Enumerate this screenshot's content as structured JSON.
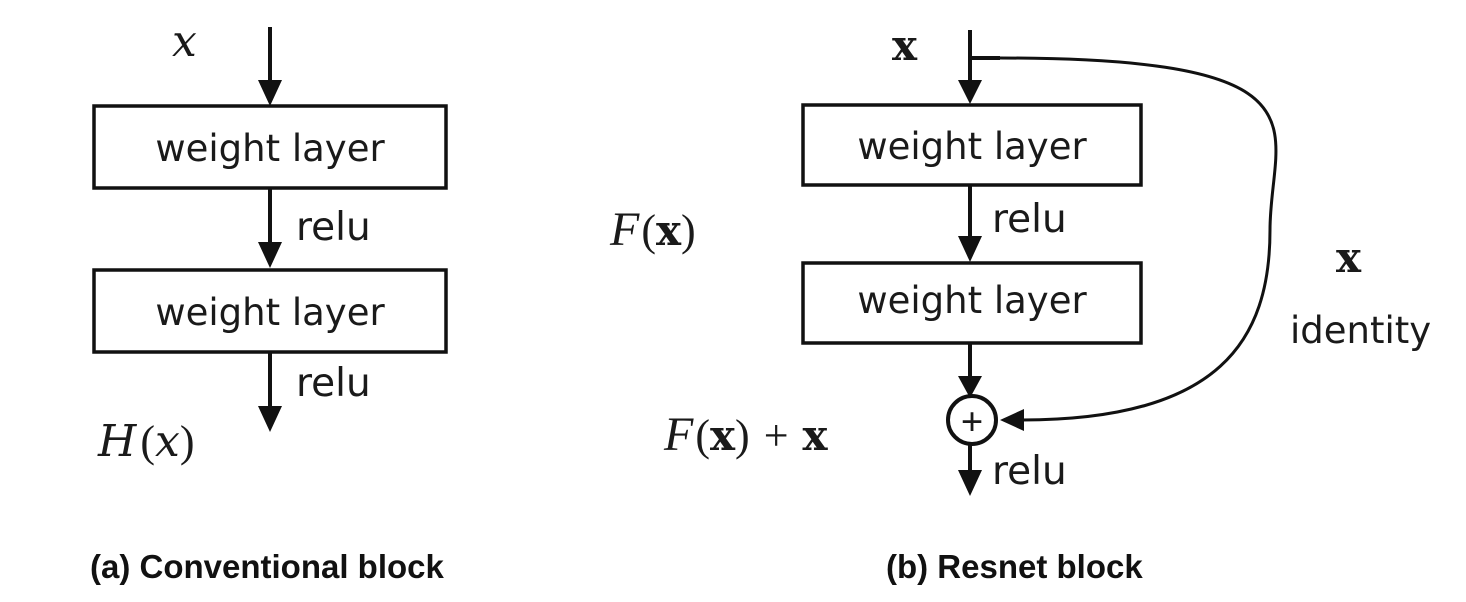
{
  "conventional": {
    "input_label": "x",
    "layer1_label": "weight layer",
    "relu1_label": "relu",
    "layer2_label": "weight layer",
    "relu2_label": "relu",
    "output_label_h": "H",
    "output_label_paren_open": "(",
    "output_label_x": "x",
    "output_label_paren_close": ")",
    "caption": "(a) Conventional block"
  },
  "resnet": {
    "input_label": "x",
    "layer1_label": "weight layer",
    "relu1_label": "relu",
    "layer2_label": "weight layer",
    "residual_f": "F",
    "residual_paren_open": "(",
    "residual_x": "x",
    "residual_paren_close": ")",
    "sum_f": "F",
    "sum_paren_open": "(",
    "sum_x": "x",
    "sum_paren_close": ")",
    "sum_plus": "+",
    "sum_x2": "x",
    "add_symbol": "+",
    "relu_out_label": "relu",
    "skip_x_label": "x",
    "skip_identity_label": "identity",
    "caption": "(b) Resnet block"
  }
}
